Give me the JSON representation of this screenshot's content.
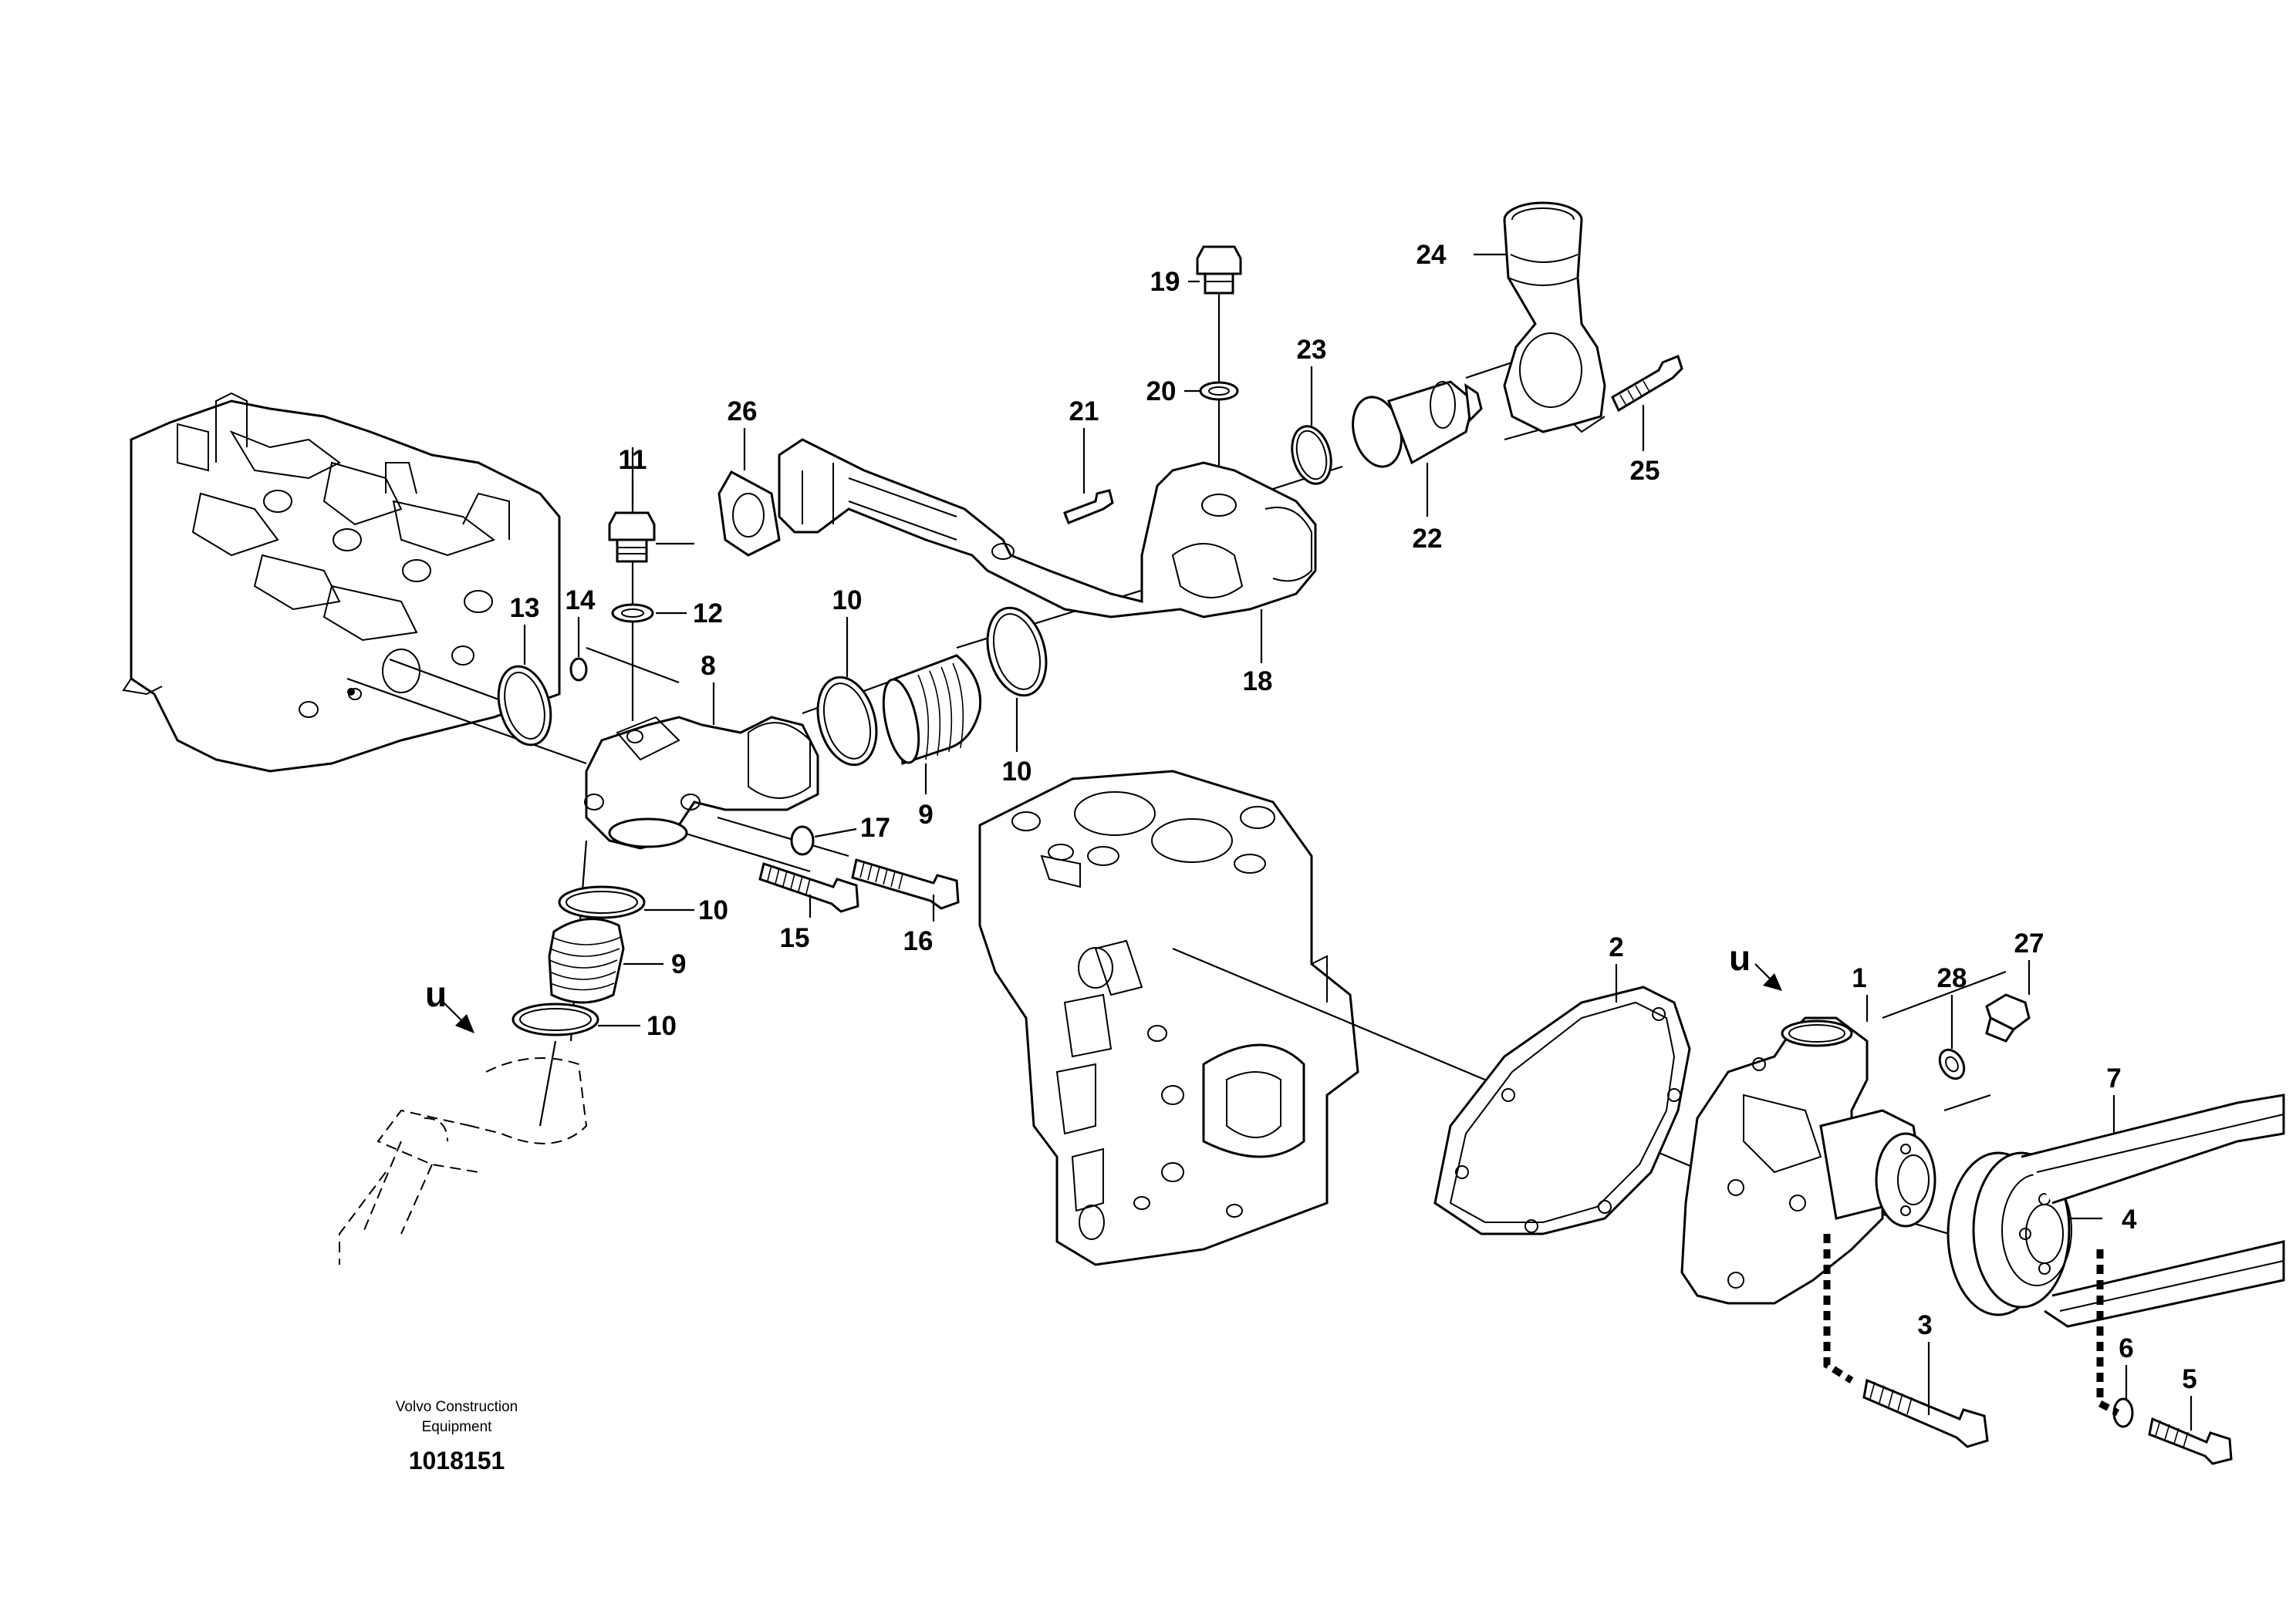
{
  "callouts": {
    "c1": "1",
    "c2": "2",
    "c3": "3",
    "c4": "4",
    "c5": "5",
    "c6": "6",
    "c7": "7",
    "c8": "8",
    "c9a": "9",
    "c9b": "9",
    "c10a": "10",
    "c10b": "10",
    "c10c": "10",
    "c10d": "10",
    "c11": "11",
    "c12": "12",
    "c13": "13",
    "c14": "14",
    "c15": "15",
    "c16": "16",
    "c17": "17",
    "c18": "18",
    "c19": "19",
    "c20": "20",
    "c21": "21",
    "c22": "22",
    "c23": "23",
    "c24": "24",
    "c25": "25",
    "c26": "26",
    "c27": "27",
    "c28": "28"
  },
  "view_markers": {
    "left": "u",
    "right": "u"
  },
  "footer": {
    "line1": "Volvo Construction",
    "line2": "Equipment",
    "drawing_number": "1018151"
  }
}
